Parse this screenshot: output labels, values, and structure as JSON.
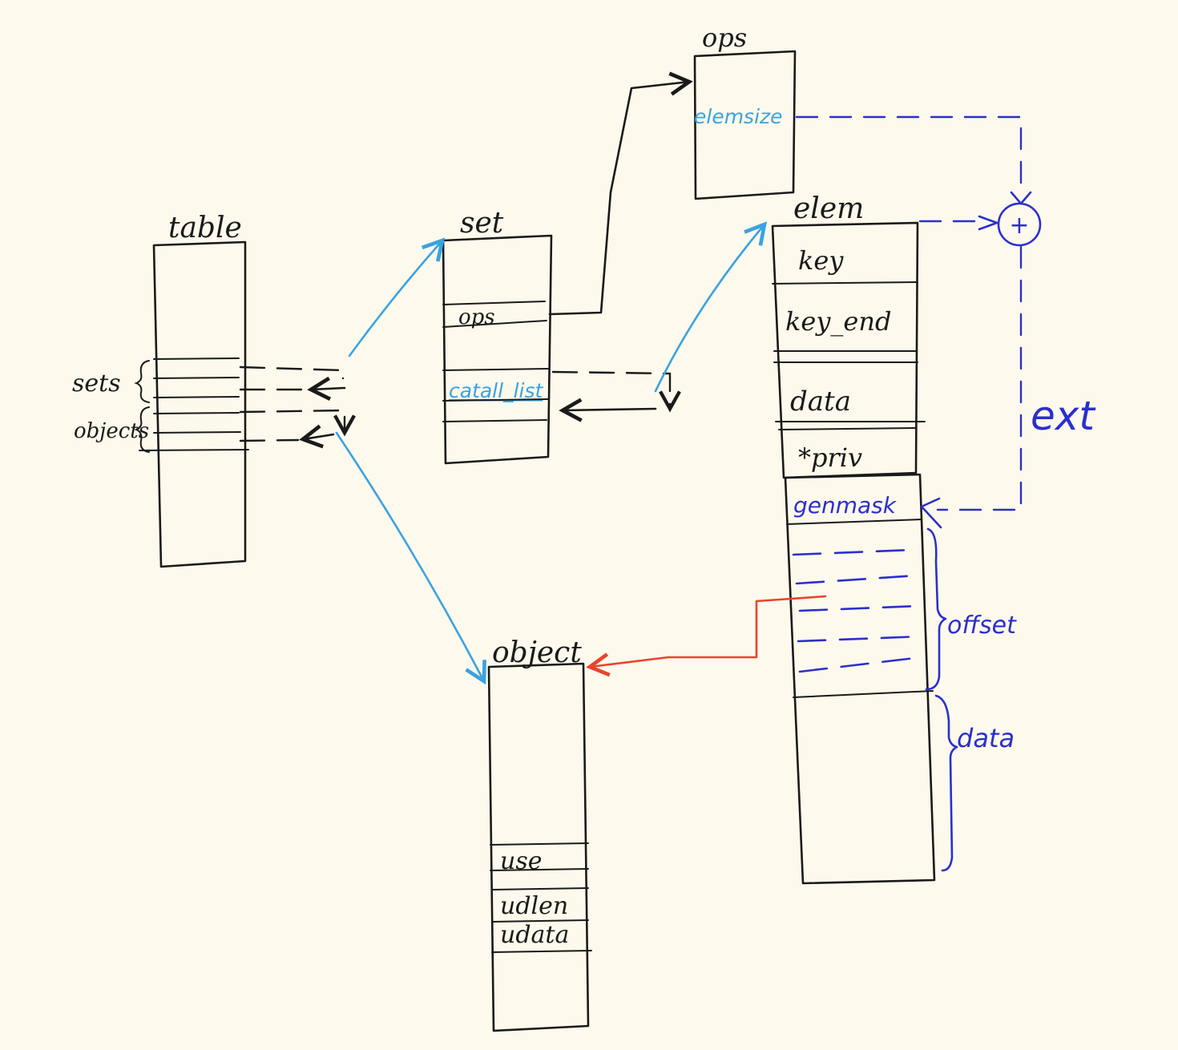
{
  "colors": {
    "ink": "#1a1a1a",
    "pointer": "#3aa3e0",
    "ext": "#2b2fcc",
    "object_ref": "#e8452c",
    "background": "#fdf9ec"
  },
  "table": {
    "title": "table",
    "sets_label": "sets",
    "objects_label": "objects"
  },
  "set": {
    "title": "set",
    "ops_field": "ops",
    "catalllist_field": "catall_list"
  },
  "ops": {
    "title": "ops",
    "elemsize_field": "elemsize"
  },
  "elem": {
    "title": "elem",
    "fields": [
      "key",
      "key_end",
      "data",
      "*priv"
    ],
    "genmask_field": "genmask",
    "offset_label": "offset",
    "data_label": "data",
    "ext_label": "ext",
    "plus_symbol": "+"
  },
  "object": {
    "title": "object",
    "fields": [
      "use",
      "udlen",
      "udata"
    ]
  }
}
